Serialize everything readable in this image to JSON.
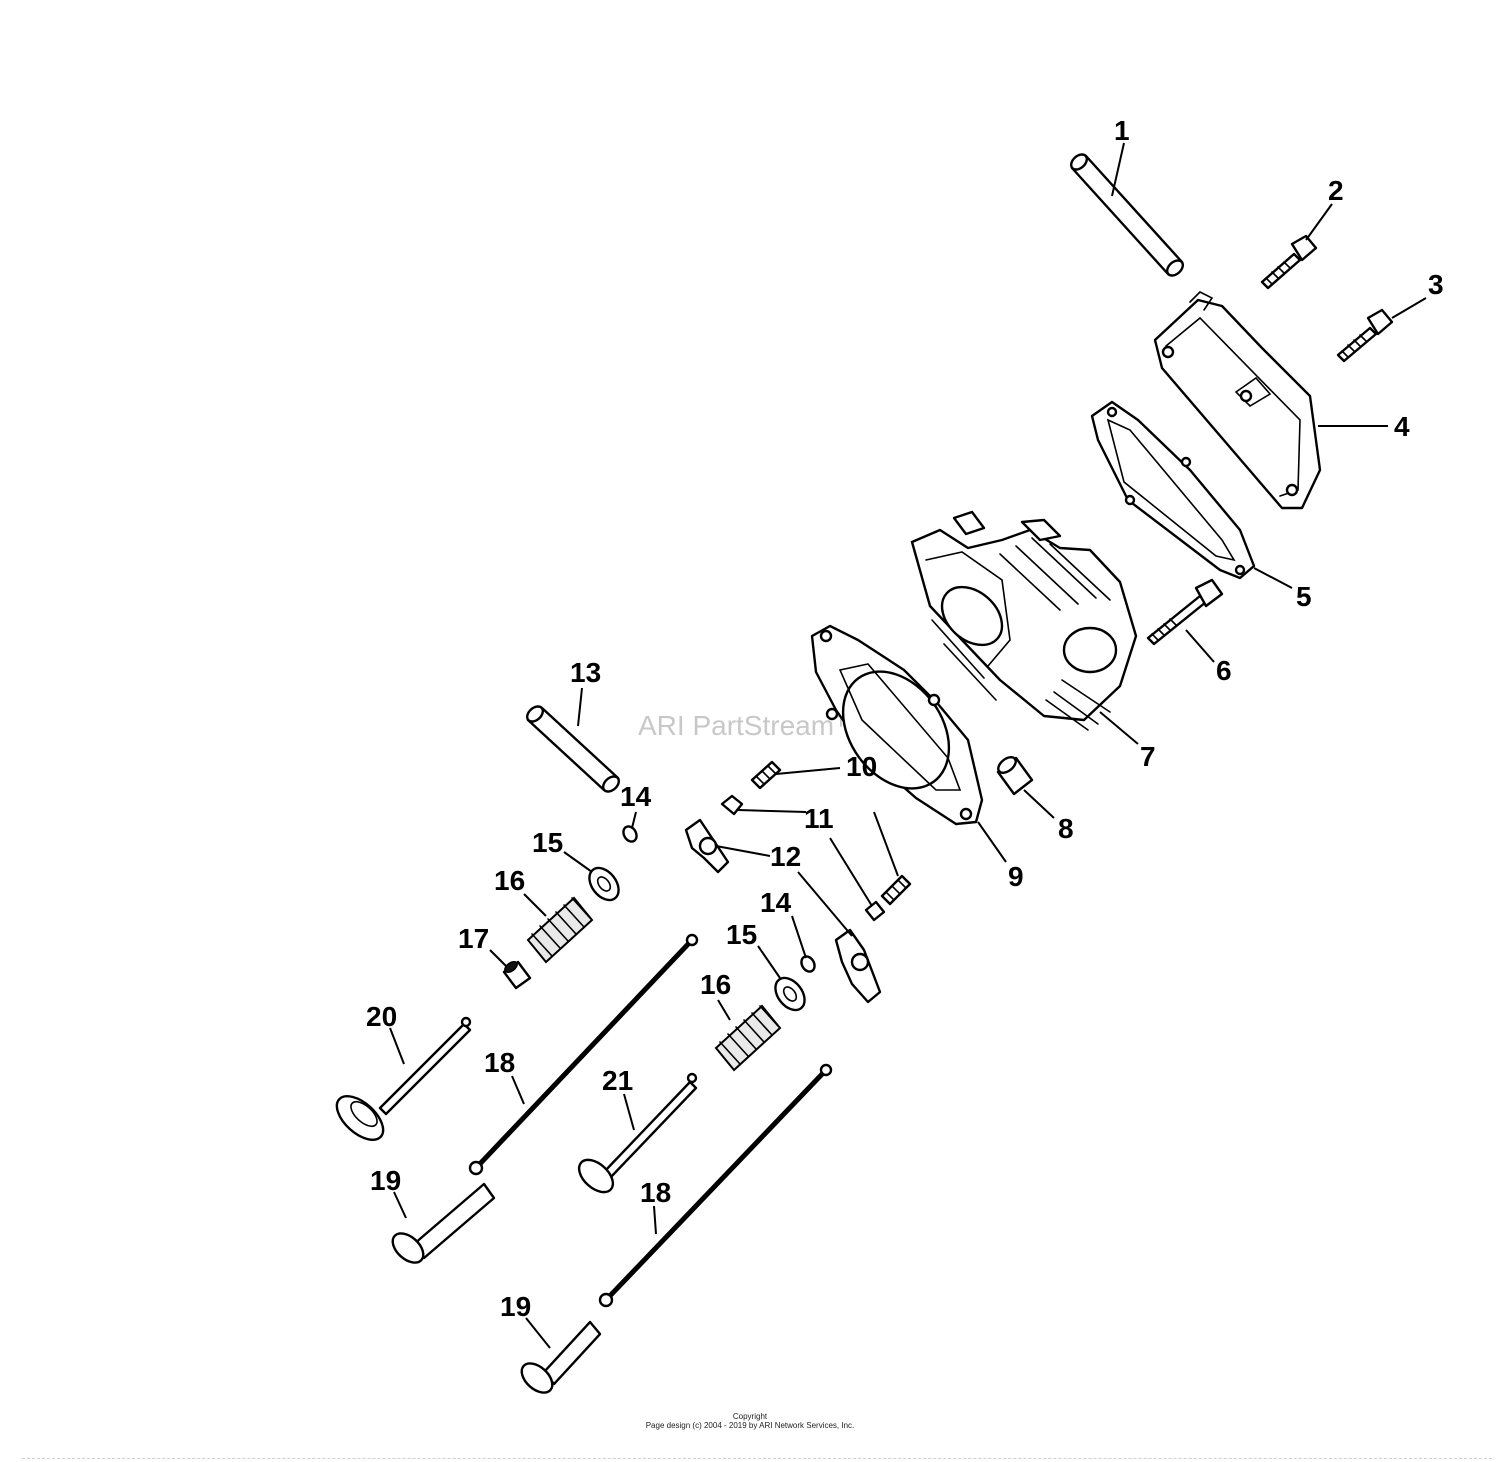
{
  "watermark": "ARI PartStream™",
  "copyright": {
    "line1": "Copyright",
    "line2": "Page design (c) 2004 - 2019 by ARI Network Services, Inc."
  },
  "callouts": {
    "c1": "1",
    "c2": "2",
    "c3": "3",
    "c4": "4",
    "c5": "5",
    "c6": "6",
    "c7": "7",
    "c8": "8",
    "c9": "9",
    "c10": "10",
    "c11": "11",
    "c12": "12",
    "c13": "13",
    "c14a": "14",
    "c14b": "14",
    "c15a": "15",
    "c15b": "15",
    "c16a": "16",
    "c16b": "16",
    "c17": "17",
    "c18a": "18",
    "c18b": "18",
    "c19a": "19",
    "c19b": "19",
    "c20": "20",
    "c21": "21"
  }
}
